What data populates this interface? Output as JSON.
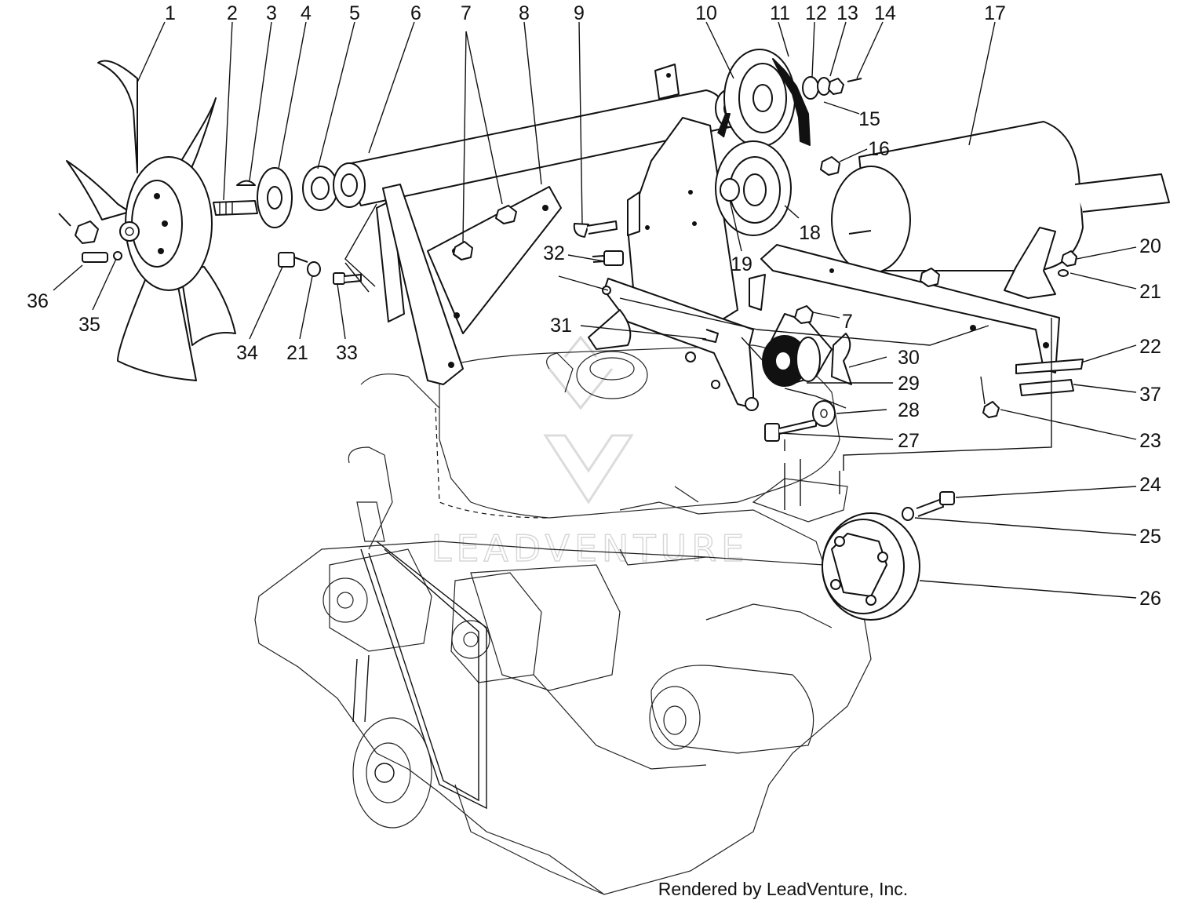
{
  "diagram": {
    "credit": "Rendered by LeadVenture, Inc.",
    "watermark_text": "LEADVENTURE",
    "callouts": [
      {
        "id": "1",
        "label": "1"
      },
      {
        "id": "2",
        "label": "2"
      },
      {
        "id": "3",
        "label": "3"
      },
      {
        "id": "4",
        "label": "4"
      },
      {
        "id": "5",
        "label": "5"
      },
      {
        "id": "6",
        "label": "6"
      },
      {
        "id": "7a",
        "label": "7"
      },
      {
        "id": "8",
        "label": "8"
      },
      {
        "id": "9",
        "label": "9"
      },
      {
        "id": "10",
        "label": "10"
      },
      {
        "id": "11",
        "label": "11"
      },
      {
        "id": "12",
        "label": "12"
      },
      {
        "id": "13",
        "label": "13"
      },
      {
        "id": "14",
        "label": "14"
      },
      {
        "id": "17",
        "label": "17"
      },
      {
        "id": "15",
        "label": "15"
      },
      {
        "id": "16",
        "label": "16"
      },
      {
        "id": "18",
        "label": "18"
      },
      {
        "id": "19",
        "label": "19"
      },
      {
        "id": "20",
        "label": "20"
      },
      {
        "id": "21a",
        "label": "21"
      },
      {
        "id": "32",
        "label": "32"
      },
      {
        "id": "31",
        "label": "31"
      },
      {
        "id": "7b",
        "label": "7"
      },
      {
        "id": "36",
        "label": "36"
      },
      {
        "id": "35",
        "label": "35"
      },
      {
        "id": "34",
        "label": "34"
      },
      {
        "id": "21b",
        "label": "21"
      },
      {
        "id": "33",
        "label": "33"
      },
      {
        "id": "22",
        "label": "22"
      },
      {
        "id": "30",
        "label": "30"
      },
      {
        "id": "29",
        "label": "29"
      },
      {
        "id": "37",
        "label": "37"
      },
      {
        "id": "28",
        "label": "28"
      },
      {
        "id": "23",
        "label": "23"
      },
      {
        "id": "27",
        "label": "27"
      },
      {
        "id": "24",
        "label": "24"
      },
      {
        "id": "25",
        "label": "25"
      },
      {
        "id": "26",
        "label": "26"
      }
    ]
  }
}
